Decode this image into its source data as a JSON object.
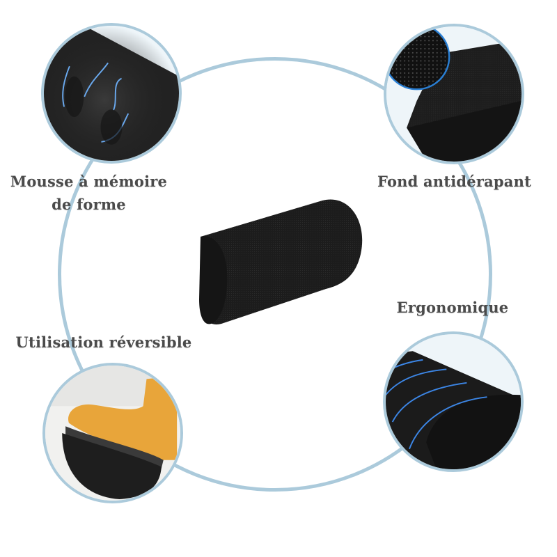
{
  "features": [
    {
      "id": "memory-foam",
      "label_line1": "Mousse à mémoire",
      "label_line2": "de forme",
      "image": "memory-foam-footprint-closeup"
    },
    {
      "id": "non-slip",
      "label_line1": "Fond antidérapant",
      "image": "non-slip-base-texture-closeup"
    },
    {
      "id": "reversible",
      "label_line1": "Utilisation réversible",
      "image": "foot-on-cushion-photo"
    },
    {
      "id": "ergonomic",
      "label_line1": "Ergonomique",
      "image": "ergonomic-curve-closeup"
    }
  ],
  "product": {
    "image": "half-cylinder-foot-cushion"
  },
  "colors": {
    "ring": "#abcadb",
    "text": "#4b4b4b",
    "cushion": "#1c1c1c",
    "accent_blue": "#4a90e2",
    "sock": "#e8a53a"
  }
}
